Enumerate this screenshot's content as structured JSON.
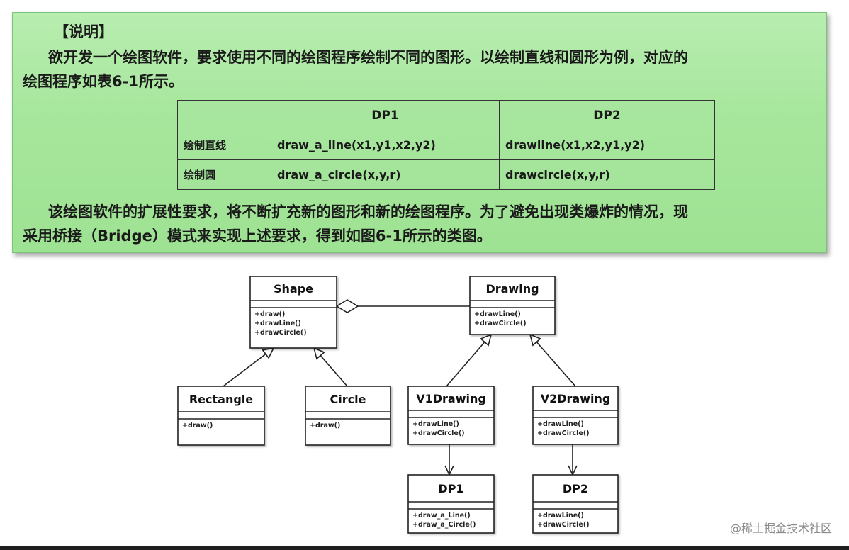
{
  "description": {
    "heading": "【说明】",
    "line1": "欲开发一个绘图软件，要求使用不同的绘图程序绘制不同的图形。以绘制直线和圆形为例，对应的",
    "line2": "绘图程序如表6-1所示。",
    "line3": "该绘图软件的扩展性要求，将不断扩充新的图形和新的绘图程序。为了避免出现类爆炸的情况，现",
    "line4": "采用桥接（Bridge）模式来实现上述要求，得到如图6-1所示的类图。"
  },
  "table": {
    "headers": [
      "",
      "DP1",
      "DP2"
    ],
    "rows": [
      [
        "绘制直线",
        "draw_a_line(x1,y1,x2,y2)",
        "drawline(x1,x2,y1,y2)"
      ],
      [
        "绘制圆",
        "draw_a_circle(x,y,r)",
        "drawcircle(x,y,r)"
      ]
    ]
  },
  "diagram": {
    "classes": [
      {
        "id": "shape",
        "name": "Shape",
        "methods": [
          "+draw()",
          "+drawLine()",
          "+drawCircle()"
        ]
      },
      {
        "id": "drawing",
        "name": "Drawing",
        "methods": [
          "+drawLine()",
          "+drawCircle()"
        ]
      },
      {
        "id": "rectangle",
        "name": "Rectangle",
        "methods": [
          "+draw()"
        ]
      },
      {
        "id": "circle",
        "name": "Circle",
        "methods": [
          "+draw()"
        ]
      },
      {
        "id": "v1drawing",
        "name": "V1Drawing",
        "methods": [
          "+drawLine()",
          "+drawCircle()"
        ]
      },
      {
        "id": "v2drawing",
        "name": "V2Drawing",
        "methods": [
          "+drawLine()",
          "+drawCircle()"
        ]
      },
      {
        "id": "dp1",
        "name": "DP1",
        "methods": [
          "+draw_a_Line()",
          "+draw_a_Circle()"
        ]
      },
      {
        "id": "dp2",
        "name": "DP2",
        "methods": [
          "+drawLine()",
          "+drawCircle()"
        ]
      }
    ],
    "relations": [
      {
        "type": "aggregation",
        "from": "drawing",
        "to": "shape"
      },
      {
        "type": "generalization",
        "from": "rectangle",
        "to": "shape"
      },
      {
        "type": "generalization",
        "from": "circle",
        "to": "shape"
      },
      {
        "type": "generalization",
        "from": "v1drawing",
        "to": "drawing"
      },
      {
        "type": "generalization",
        "from": "v2drawing",
        "to": "drawing"
      },
      {
        "type": "dependency",
        "from": "v1drawing",
        "to": "dp1"
      },
      {
        "type": "dependency",
        "from": "v2drawing",
        "to": "dp2"
      }
    ]
  },
  "watermark": "@稀土掘金技术社区",
  "colors": {
    "panel_green": "#a6e69c",
    "panel_border": "#7cc37a",
    "line": "#222222"
  }
}
